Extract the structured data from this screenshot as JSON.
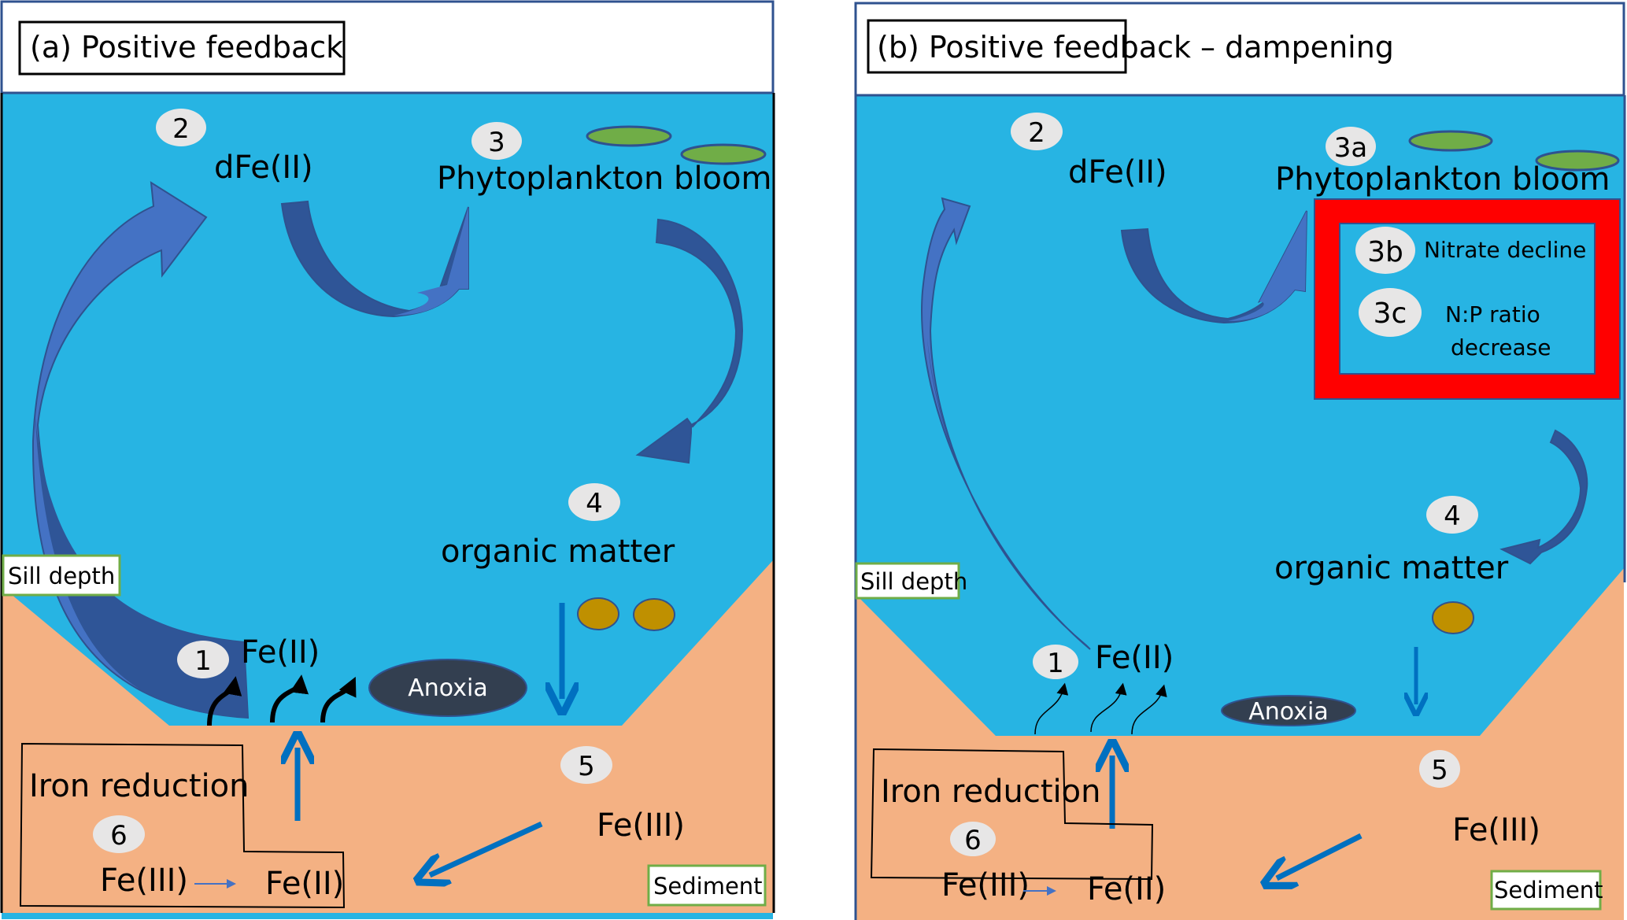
{
  "colors": {
    "water": "#27b4e3",
    "sediment": "#f4b183",
    "arrow_light": "#4472c4",
    "arrow_dark": "#2f5597",
    "arrow_outline": "#2f528f",
    "flux_arrow": "#0070c0",
    "phytoplankton": "#70ad47",
    "organic_particle": "#bf9000",
    "anoxia": "#333f50",
    "step_badge": "#e7e6e6",
    "highlight_box": "#ff0000",
    "label_box_border": "#70ad47"
  },
  "panels": [
    {
      "id": "a",
      "title": "(a) Positive feedback",
      "steps": {
        "s1": "1",
        "s2": "2",
        "s3": "3",
        "s4": "4",
        "s5": "5",
        "s6": "6"
      },
      "labels": {
        "dfe": "dFe(II)",
        "bloom": "Phytoplankton bloom",
        "organic": "organic matter",
        "fe2_water": "Fe(II)",
        "anoxia": "Anoxia",
        "fe3_sed": "Fe(III)",
        "iron_reduction": "Iron reduction",
        "fe3_box": "Fe(III)",
        "fe2_box": "Fe(II)",
        "sill": "Sill depth",
        "sediment": "Sediment"
      },
      "organic_particle_count": 2
    },
    {
      "id": "b",
      "title": "(b) Positive feedback – dampening",
      "steps": {
        "s1": "1",
        "s2": "2",
        "s3a": "3a",
        "s3b": "3b",
        "s3c": "3c",
        "s4": "4",
        "s5": "5",
        "s6": "6"
      },
      "labels": {
        "dfe": "dFe(II)",
        "bloom": "Phytoplankton bloom",
        "nitrate": "Nitrate decline",
        "np_line1": "N:P ratio",
        "np_line2": "decrease",
        "organic": "organic matter",
        "fe2_water": "Fe(II)",
        "anoxia": "Anoxia",
        "fe3_sed": "Fe(III)",
        "iron_reduction": "Iron reduction",
        "fe3_box": "Fe(III)",
        "fe2_box": "Fe(II)",
        "sill": "Sill depth",
        "sediment": "Sediment"
      },
      "organic_particle_count": 1
    }
  ]
}
